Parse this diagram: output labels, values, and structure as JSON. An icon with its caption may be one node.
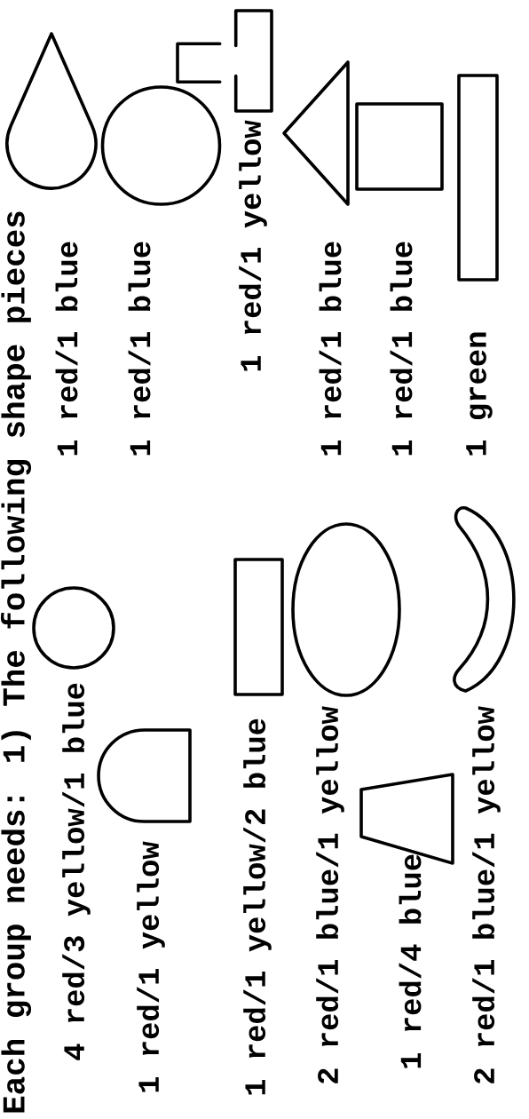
{
  "diagram": {
    "title": "Each group needs: 1) The following shape pieces",
    "nodes": [
      {
        "text": [],
        "shape": "circle",
        "beside": [
          "4 red/3 yellow/1 blue"
        ]
      },
      {
        "text": [],
        "shape": "drop",
        "beside": [
          "1 red/1 blue"
        ]
      },
      {
        "text": [],
        "shape": "arch",
        "beside": [
          "1 red/1 yellow"
        ]
      },
      {
        "text": [],
        "shape": "circle",
        "beside": [
          "1 red/1 blue"
        ]
      },
      {
        "text": [],
        "shape": "box",
        "beside": [
          "1 red/1 yellow/2 blue"
        ]
      },
      {
        "text": [],
        "shape": "bracket",
        "beside": [
          "1 red/1 yellow"
        ]
      },
      {
        "text": [],
        "shape": "ellipse",
        "beside": [
          "2 red/1 blue/1 yellow"
        ]
      },
      {
        "text": [],
        "shape": "triangle",
        "beside": [
          "1 red/1 blue"
        ]
      },
      {
        "text": [],
        "shape": "trapezoid",
        "beside": [
          "1 red/4 blue"
        ]
      },
      {
        "text": [],
        "shape": "box",
        "beside": [
          "1 red/1 blue"
        ]
      },
      {
        "text": [],
        "shape": "crescent",
        "beside": [
          "2 red/1 blue/1 yellow"
        ]
      },
      {
        "text": [],
        "shape": "bar",
        "beside": [
          "1 green"
        ]
      }
    ]
  }
}
